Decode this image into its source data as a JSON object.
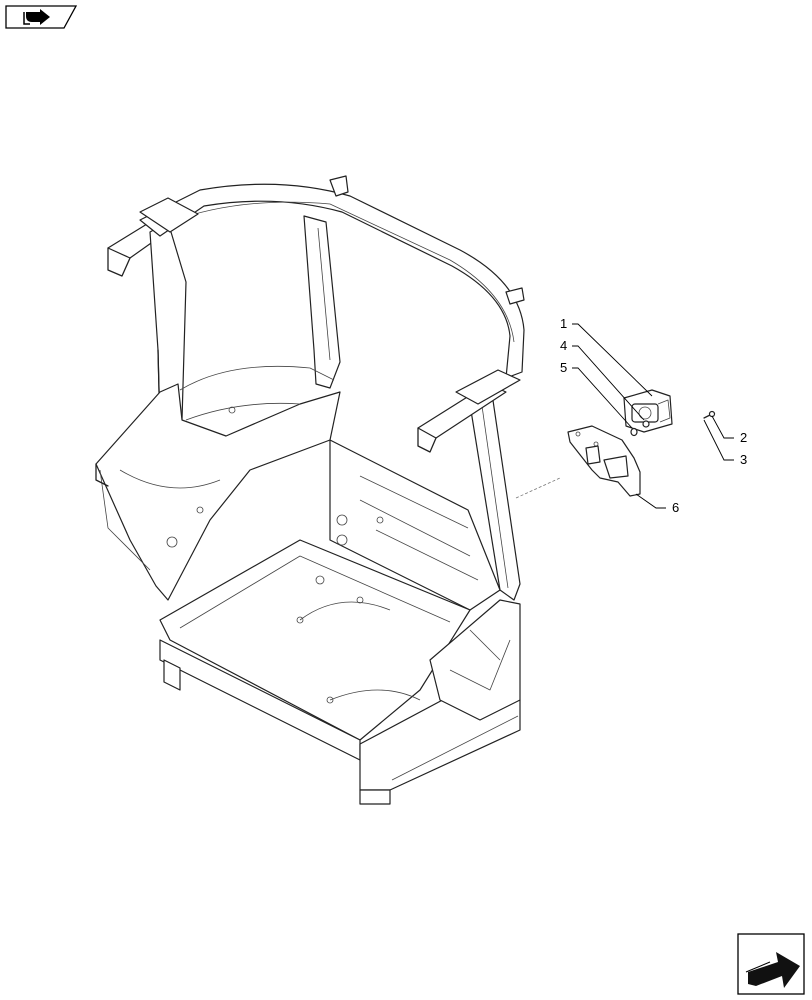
{
  "diagram": {
    "callouts": [
      {
        "id": "1",
        "text": "1"
      },
      {
        "id": "2",
        "text": "2"
      },
      {
        "id": "3",
        "text": "3"
      },
      {
        "id": "4",
        "text": "4"
      },
      {
        "id": "5",
        "text": "5"
      },
      {
        "id": "6",
        "text": "6"
      }
    ],
    "icons": {
      "top_left": "book-arrow-icon",
      "bottom_right": "next-page-arrow-icon"
    }
  }
}
